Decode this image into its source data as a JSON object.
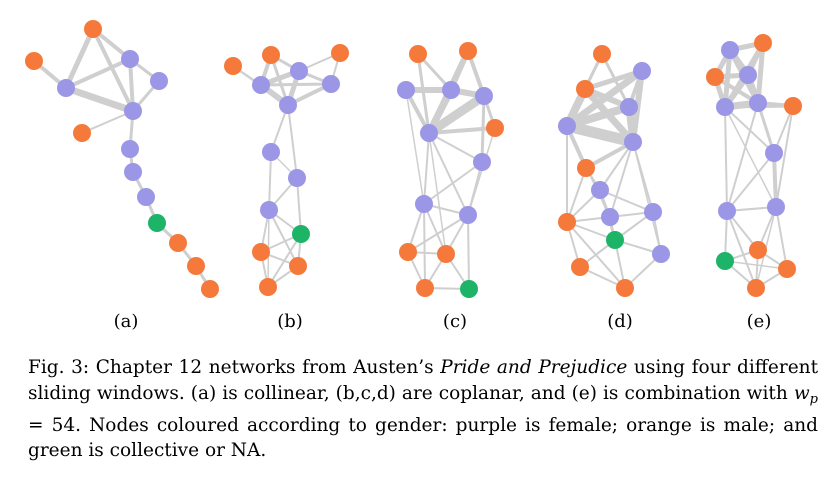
{
  "colors": {
    "female": "#9b96e5",
    "male": "#f5793a",
    "collective": "#1db468",
    "edge": "#cfcfcf"
  },
  "panels": [
    {
      "label": "(a)"
    },
    {
      "label": "(b)"
    },
    {
      "label": "(c)"
    },
    {
      "label": "(d)"
    },
    {
      "label": "(e)"
    }
  ],
  "caption": {
    "prefix": "Fig. 3: Chapter 12 networks from Austen’s ",
    "title": "Pride and Prejudice",
    "mid": " using four different sliding windows. (a) is collinear, (b,c,d) are coplanar, and (e) is combination with ",
    "math": "w",
    "math_sub": "p",
    "math_rest": " = 54",
    "suffix": ". Nodes coloured according to gender: purple is female; orange is male; and green is collective or NA."
  }
}
